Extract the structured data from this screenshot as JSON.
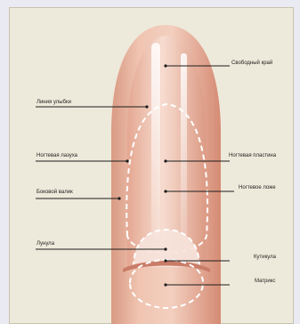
{
  "labels": {
    "free_edge": "Свободный край",
    "smile_line": "Линия улыбки",
    "nail_groove": "Ногтевая лазуха",
    "nail_plate": "Ногтевая пластина",
    "nail_bed": "Ногтевое ложе",
    "lateral_fold": "Боковой валик",
    "lunula": "Лунула",
    "cuticle": "Кутикула",
    "matrix": "Матрикс"
  }
}
